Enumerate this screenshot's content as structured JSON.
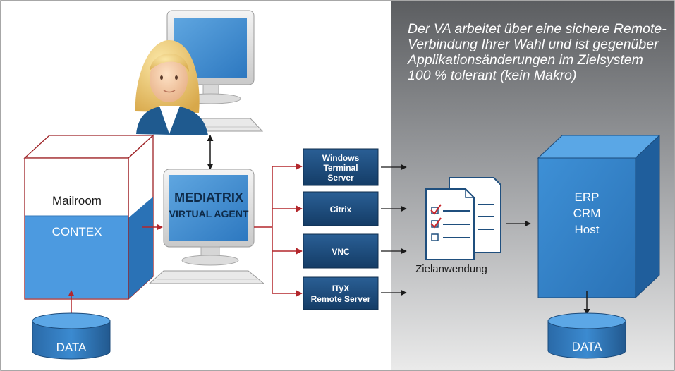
{
  "description_lines": [
    "Der VA arbeitet über eine sichere Remote-",
    "Verbindung Ihrer Wahl und ist gegenüber",
    "Applikationsänderungen im Zielsystem",
    "100 % tolerant (kein Makro)"
  ],
  "left_box": {
    "top_label": "Mailroom",
    "bottom_label": "CONTEX"
  },
  "data_left": "DATA",
  "agent_monitor": {
    "line1": "MEDIATRIX",
    "line2": "VIRTUAL AGENT"
  },
  "connections": [
    {
      "line1": "Windows",
      "line2": "Terminal",
      "line3": "Server"
    },
    {
      "line1": "Citrix"
    },
    {
      "line1": "VNC"
    },
    {
      "line1": "ITyX",
      "line2": "Remote Server"
    }
  ],
  "target_app_label": "Zielanwendung",
  "erp_box": {
    "line1": "ERP",
    "line2": "CRM",
    "line3": "Host"
  },
  "data_right": "DATA",
  "colors": {
    "blue": "#2e7cc4",
    "dark_blue": "#1f4f7e",
    "red": "#b3262b",
    "gray_panel": "#7d7f82"
  }
}
